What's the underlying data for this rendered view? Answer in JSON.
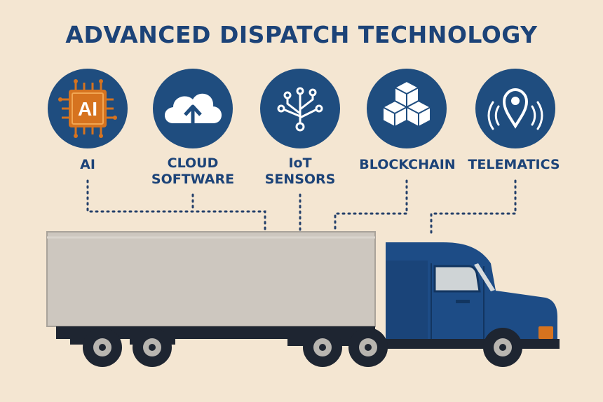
{
  "title": "ADVANCED DISPATCH TECHNOLOGY",
  "technologies": [
    {
      "label": "AI",
      "icon": "ai-chip-icon",
      "icon_text": "AI"
    },
    {
      "label": "CLOUD SOFTWARE",
      "label_lines": [
        "CLOUD",
        "SOFTWARE"
      ],
      "icon": "cloud-upload-icon"
    },
    {
      "label": "IoT SENSORS",
      "label_lines": [
        "IoT",
        "SENSORS"
      ],
      "icon": "circuit-sensor-icon"
    },
    {
      "label": "BLOCKCHAIN",
      "icon": "blockchain-cubes-icon"
    },
    {
      "label": "TELEMATICS",
      "icon": "location-signal-icon"
    }
  ],
  "colors": {
    "background": "#f4e6d2",
    "navy": "#1c4378",
    "circle": "#1f4d7f",
    "chip_orange": "#d6731f",
    "trailer": "#cdc7bf",
    "truck_cab": "#1d4c86",
    "dotted_line": "#24406a"
  }
}
